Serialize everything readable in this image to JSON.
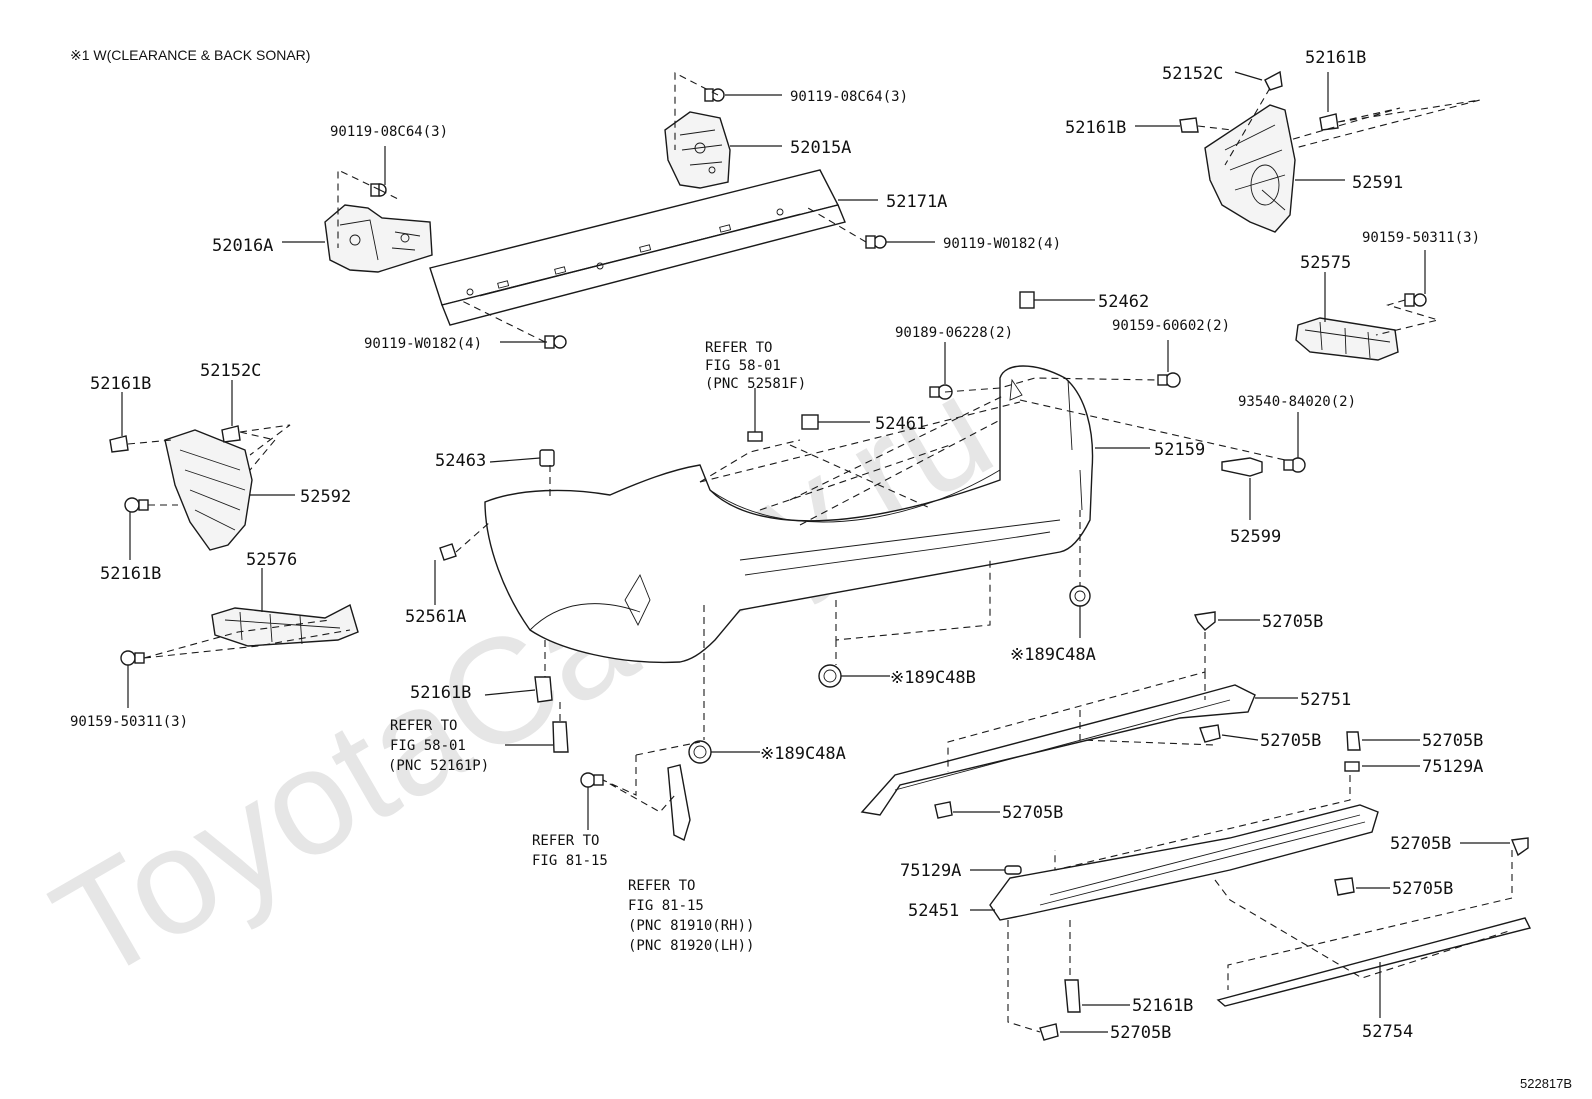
{
  "header_note": "※1 W(CLEARANCE & BACK SONAR)",
  "watermark": "ToyotaCamry.ru",
  "figure_code": "522817B",
  "labels": {
    "bolt_90119_08C64_left": "90119-08C64(3)",
    "bolt_90119_08C64_right": "90119-08C64(3)",
    "p52016A": "52016A",
    "p52015A": "52015A",
    "p52171A": "52171A",
    "bolt_90119_W0182_right": "90119-W0182(4)",
    "bolt_90119_W0182_left": "90119-W0182(4)",
    "p52152C_top": "52152C",
    "p52161B_top_right": "52161B",
    "p52161B_top_mid": "52161B",
    "p52591": "52591",
    "p90159_50311_right": "90159-50311(3)",
    "p52575": "52575",
    "p52462": "52462",
    "p90189_06228": "90189-06228(2)",
    "p90159_60602": "90159-60602(2)",
    "p93540_84020": "93540-84020(2)",
    "p52461": "52461",
    "p52159": "52159",
    "p52463": "52463",
    "p52599": "52599",
    "p52161B_left_top": "52161B",
    "p52152C_left": "52152C",
    "p52592": "52592",
    "p52161B_left_bottom": "52161B",
    "p52576": "52576",
    "p52561A": "52561A",
    "p90159_50311_left": "90159-50311(3)",
    "p89C48A_right": "※189C48A",
    "p89C48B": "※189C48B",
    "p89C48A_bottom": "※189C48A",
    "p52161B_center": "52161B",
    "p52705B_a": "52705B",
    "p52751": "52751",
    "p52705B_b": "52705B",
    "p52705B_c": "52705B",
    "p75129A_right": "75129A",
    "p52705B_d": "52705B",
    "p52705B_e": "52705B",
    "p52705B_f": "52705B",
    "p75129A_left": "75129A",
    "p52451": "52451",
    "p52161B_bottom": "52161B",
    "p52705B_g": "52705B",
    "p52754": "52754"
  },
  "refs": {
    "ref_58_01_top": [
      "REFER TO",
      "FIG 58-01",
      "(PNC 52581F)"
    ],
    "ref_58_01_left": [
      "REFER TO",
      "FIG 58-01",
      "(PNC 52161P)"
    ],
    "ref_81_15_a": [
      "REFER TO",
      "FIG 81-15"
    ],
    "ref_81_15_b": [
      "REFER TO",
      "FIG 81-15",
      "(PNC 81910(RH))",
      "(PNC 81920(LH))"
    ]
  }
}
